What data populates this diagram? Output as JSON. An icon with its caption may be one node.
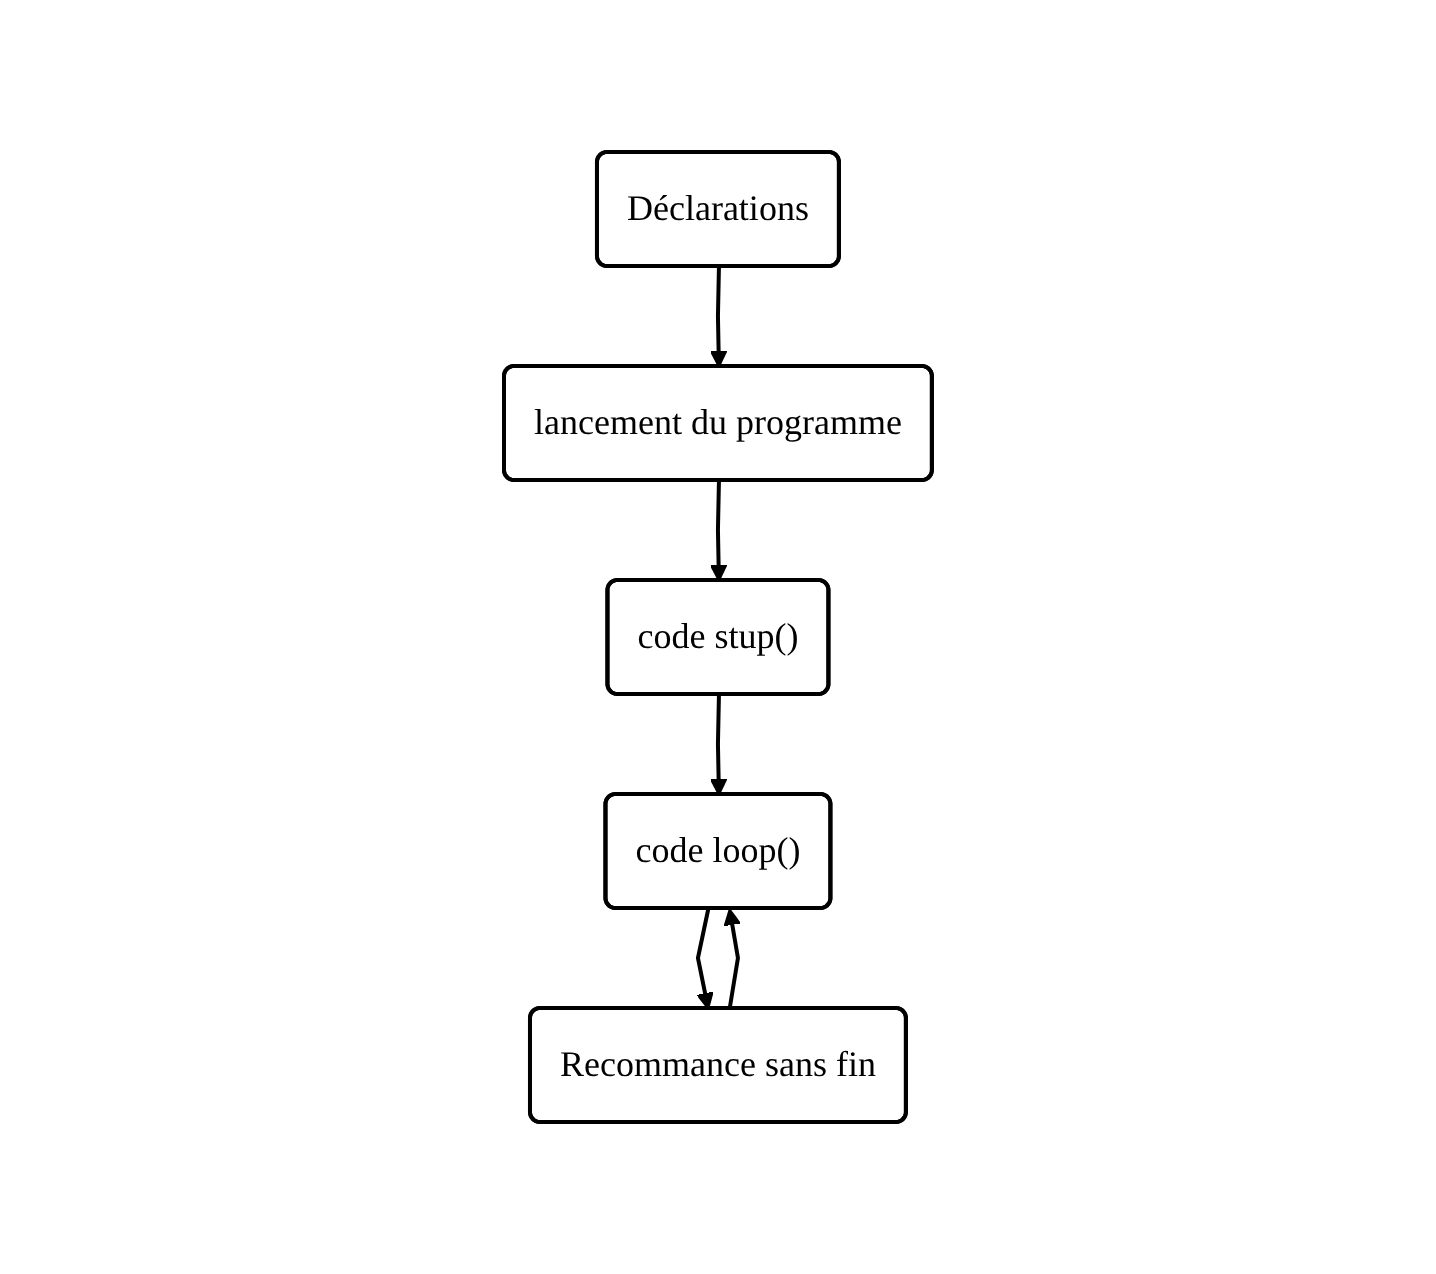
{
  "diagram": {
    "nodes": [
      {
        "text": [
          "Déclarations"
        ]
      },
      {
        "text": [
          "lancement du programme"
        ]
      },
      {
        "text": [
          "code stup()"
        ]
      },
      {
        "text": [
          "code loop()"
        ]
      },
      {
        "text": [
          "Recommance sans fin"
        ]
      }
    ],
    "edges": [
      {
        "from": 0,
        "to": 1,
        "arrow": "to"
      },
      {
        "from": 1,
        "to": 2,
        "arrow": "to"
      },
      {
        "from": 2,
        "to": 3,
        "arrow": "to"
      },
      {
        "from": 3,
        "to": 4,
        "arrow": "to"
      },
      {
        "from": 4,
        "to": 3,
        "arrow": "to"
      }
    ]
  }
}
